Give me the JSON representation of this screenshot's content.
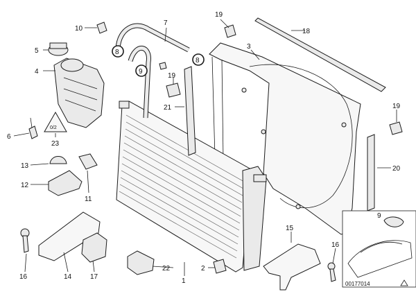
{
  "callouts": [
    "10",
    "7",
    "19",
    "18",
    "3",
    "5",
    "4",
    "8",
    "9",
    "8",
    "19",
    "21",
    "6",
    "23",
    "19",
    "13",
    "12",
    "11",
    "20",
    "9",
    "16",
    "15",
    "14",
    "17",
    "22",
    "2",
    "1",
    "16"
  ],
  "diagram_id": "00177014"
}
